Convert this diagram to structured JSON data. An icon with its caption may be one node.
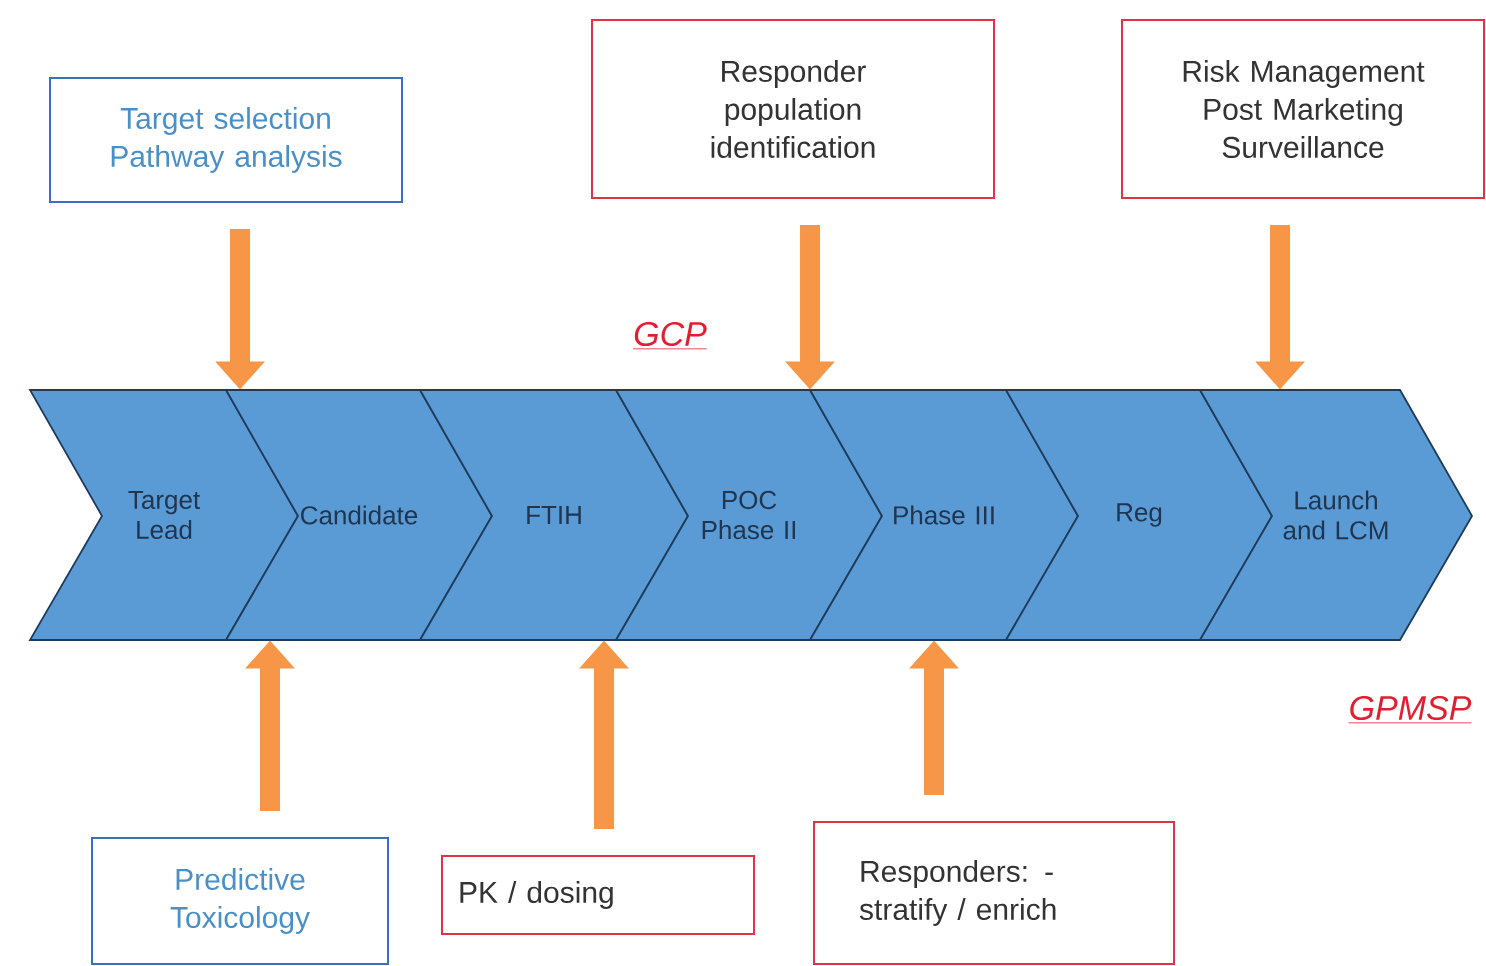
{
  "diagram": {
    "nodes": [
      {
        "text": [
          "Target Lead"
        ]
      },
      {
        "text": [
          "Candidate"
        ]
      },
      {
        "text": [
          "FTIH"
        ]
      },
      {
        "text": [
          "POC Phase II"
        ]
      },
      {
        "text": [
          "Phase III"
        ]
      },
      {
        "text": [
          "Reg"
        ]
      },
      {
        "text": [
          "Launch and LCM"
        ]
      },
      {
        "text": [
          "Target selection Pathway analysis"
        ]
      },
      {
        "text": [
          "Responder population identification"
        ]
      },
      {
        "text": [
          "Risk Management Post Marketing Surveillance"
        ]
      },
      {
        "text": [
          "Predictive Toxicology"
        ]
      },
      {
        "text": [
          "PK / dosing"
        ]
      },
      {
        "text": [
          "Responders: -stratify / enrich"
        ]
      }
    ],
    "edges": [
      {
        "from": 7,
        "to": 1,
        "arrow": "to"
      },
      {
        "from": 8,
        "to": 4,
        "arrow": "to"
      },
      {
        "from": 9,
        "to": 6,
        "arrow": "to"
      },
      {
        "from": 10,
        "to": 1,
        "arrow": "to"
      },
      {
        "from": 11,
        "to": 2,
        "arrow": "to"
      },
      {
        "from": 12,
        "to": 4,
        "arrow": "to"
      }
    ],
    "labels": [
      "GCP",
      "GPMSP"
    ]
  }
}
